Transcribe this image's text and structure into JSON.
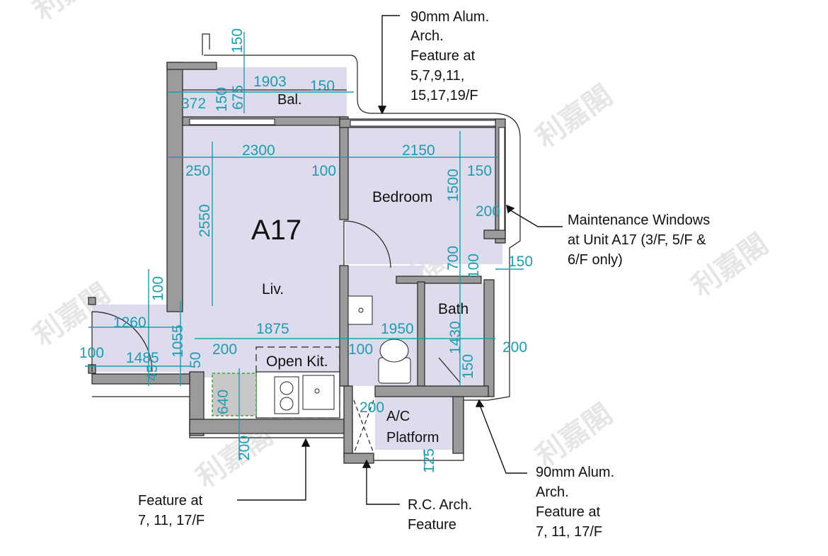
{
  "unit": "A17",
  "rooms": {
    "balcony": "Bal.",
    "bedroom": "Bedroom",
    "living": "Liv.",
    "bath": "Bath",
    "kitchen": "Open Kit.",
    "ac_platform_1": "A/C",
    "ac_platform_2": "Platform"
  },
  "dimensions": {
    "d150_top": "150",
    "d1903": "1903",
    "d150_bal": "150",
    "d372": "372",
    "d150_bal_v": "150",
    "d675": "675",
    "d2300": "2300",
    "d2150": "2150",
    "d250": "250",
    "d100_a": "100",
    "d150_bed": "150",
    "d1500": "1500",
    "d2550": "2550",
    "d200_win": "200",
    "d700": "700",
    "d100_b": "100",
    "d150_right": "150",
    "d100_entry": "100",
    "d1260": "1260",
    "d1875": "1875",
    "d1950": "1950",
    "d1430": "1430",
    "d1055": "1055",
    "d200_kit": "200",
    "d100_kit": "100",
    "d200_bath": "200",
    "d100_left": "100",
    "d1485": "1485",
    "d50": "50",
    "d45": "45",
    "d150_bath": "150",
    "d640": "640",
    "d200_ac": "200",
    "d200_bottom": "200",
    "d125": "125"
  },
  "notes": {
    "top_1": "90mm Alum.",
    "top_2": "Arch.",
    "top_3": "Feature at",
    "top_4": "5,7,9,11,",
    "top_5": "15,17,19/F",
    "maint_1": "Maintenance Windows",
    "maint_2": "at Unit A17 (3/F, 5/F &",
    "maint_3": "6/F only)",
    "br_1": "90mm Alum.",
    "br_2": "Arch.",
    "br_3": "Feature at",
    "br_4": "7, 11, 17/F",
    "bl_1": "Feature at",
    "bl_2": "7, 11, 17/F",
    "rc_1": "R.C. Arch.",
    "rc_2": "Feature"
  },
  "watermark": "利嘉閣",
  "colors": {
    "dimension": "#1f9bb0",
    "room_fill": "#dcdcec",
    "wall": "#9b9b9b",
    "kitchen_outline": "#3aa33a"
  }
}
